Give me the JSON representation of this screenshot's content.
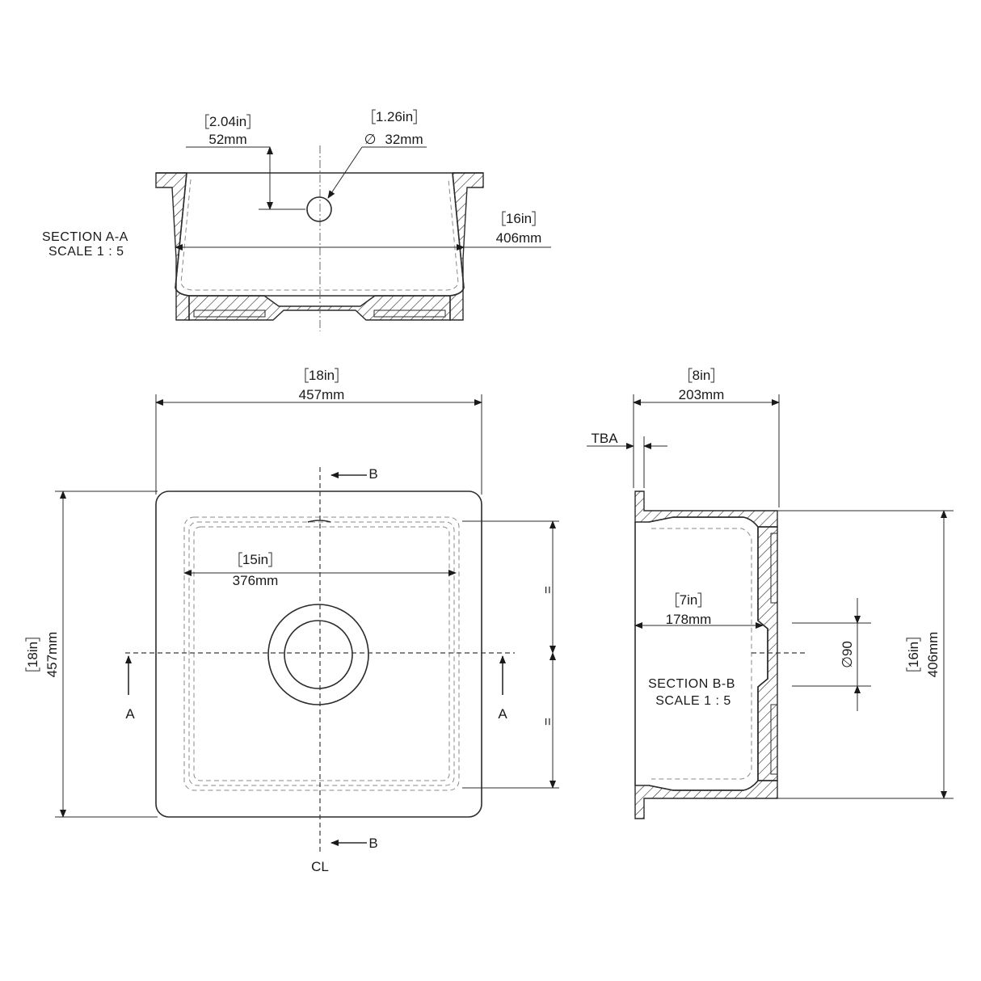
{
  "section_aa": {
    "title": "SECTION A-A",
    "scale": "SCALE 1 : 5",
    "offset_in": "2.04in",
    "offset_mm": "52mm",
    "waste_in": "1.26in",
    "waste_mm": "32mm",
    "waste_symbol": "∅",
    "depth_in": "16in",
    "depth_mm": "406mm"
  },
  "plan": {
    "width_in": "18in",
    "width_mm": "457mm",
    "height_in": "18in",
    "height_mm": "457mm",
    "inner_in": "15in",
    "inner_mm": "376mm",
    "equal_mark": "=",
    "section_a": "A",
    "section_b": "B",
    "centerline": "CL"
  },
  "section_bb": {
    "title": "SECTION B-B",
    "scale": "SCALE 1 : 5",
    "depth_in": "8in",
    "depth_mm": "203mm",
    "flange": "TBA",
    "inner_in": "7in",
    "inner_mm": "178mm",
    "waste": "∅90",
    "height_in": "16in",
    "height_mm": "406mm"
  }
}
